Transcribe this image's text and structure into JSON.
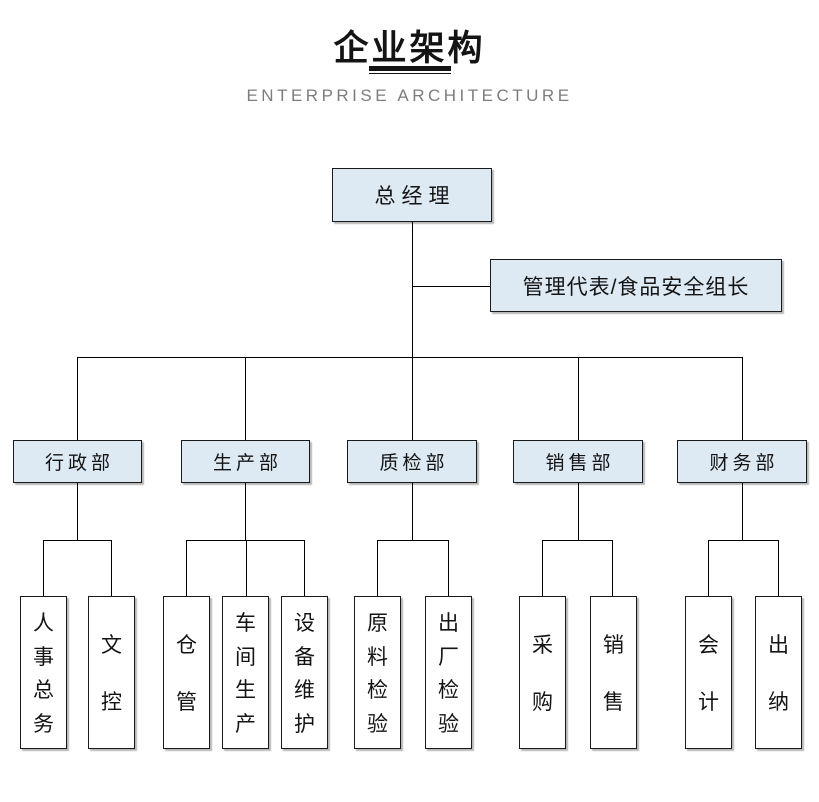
{
  "header": {
    "title": "企业架构",
    "subtitle": "ENTERPRISE ARCHITECTURE"
  },
  "org": {
    "root": {
      "label": "总经理"
    },
    "staff": {
      "label": "管理代表/食品安全组长"
    },
    "departments": [
      {
        "label": "行政部",
        "children": [
          {
            "label": "人事总务"
          },
          {
            "label": "文控"
          }
        ]
      },
      {
        "label": "生产部",
        "children": [
          {
            "label": "仓管"
          },
          {
            "label": "车间生产"
          },
          {
            "label": "设备维护"
          }
        ]
      },
      {
        "label": "质检部",
        "children": [
          {
            "label": "原料检验"
          },
          {
            "label": "出厂检验"
          }
        ]
      },
      {
        "label": "销售部",
        "children": [
          {
            "label": "采购"
          },
          {
            "label": "销售"
          }
        ]
      },
      {
        "label": "财务部",
        "children": [
          {
            "label": "会计"
          },
          {
            "label": "出纳"
          }
        ]
      }
    ]
  },
  "colors": {
    "node_fill": "#dde9f3",
    "leaf_fill": "#ffffff",
    "node_border": "#1a1a1a",
    "connector": "#000000",
    "title_text": "#141414",
    "subtitle_text": "#7d7d7d"
  }
}
